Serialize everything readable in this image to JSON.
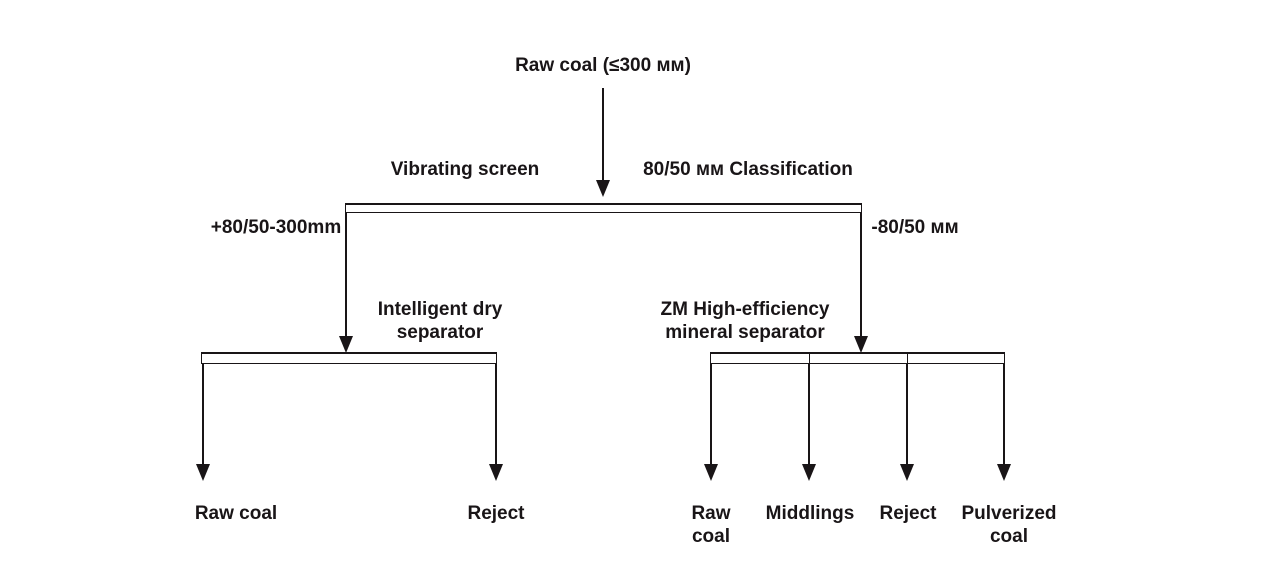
{
  "diagram": {
    "root": "Raw coal (≤300 мм)",
    "classification": {
      "left_process": "Vibrating screen",
      "right_process": "80/50 мм Classification",
      "oversize_label": "+80/50-300mm",
      "undersize_label": "-80/50 мм"
    },
    "left_branch": {
      "separator_line1": "Intelligent dry",
      "separator_line2": "separator",
      "outputs": [
        "Raw coal",
        "Reject"
      ]
    },
    "right_branch": {
      "separator_line1": "ZM High-efficiency",
      "separator_line2": "mineral separator",
      "outputs": [
        "Raw coal",
        "Middlings",
        "Reject",
        "Pulverized coal"
      ]
    }
  }
}
